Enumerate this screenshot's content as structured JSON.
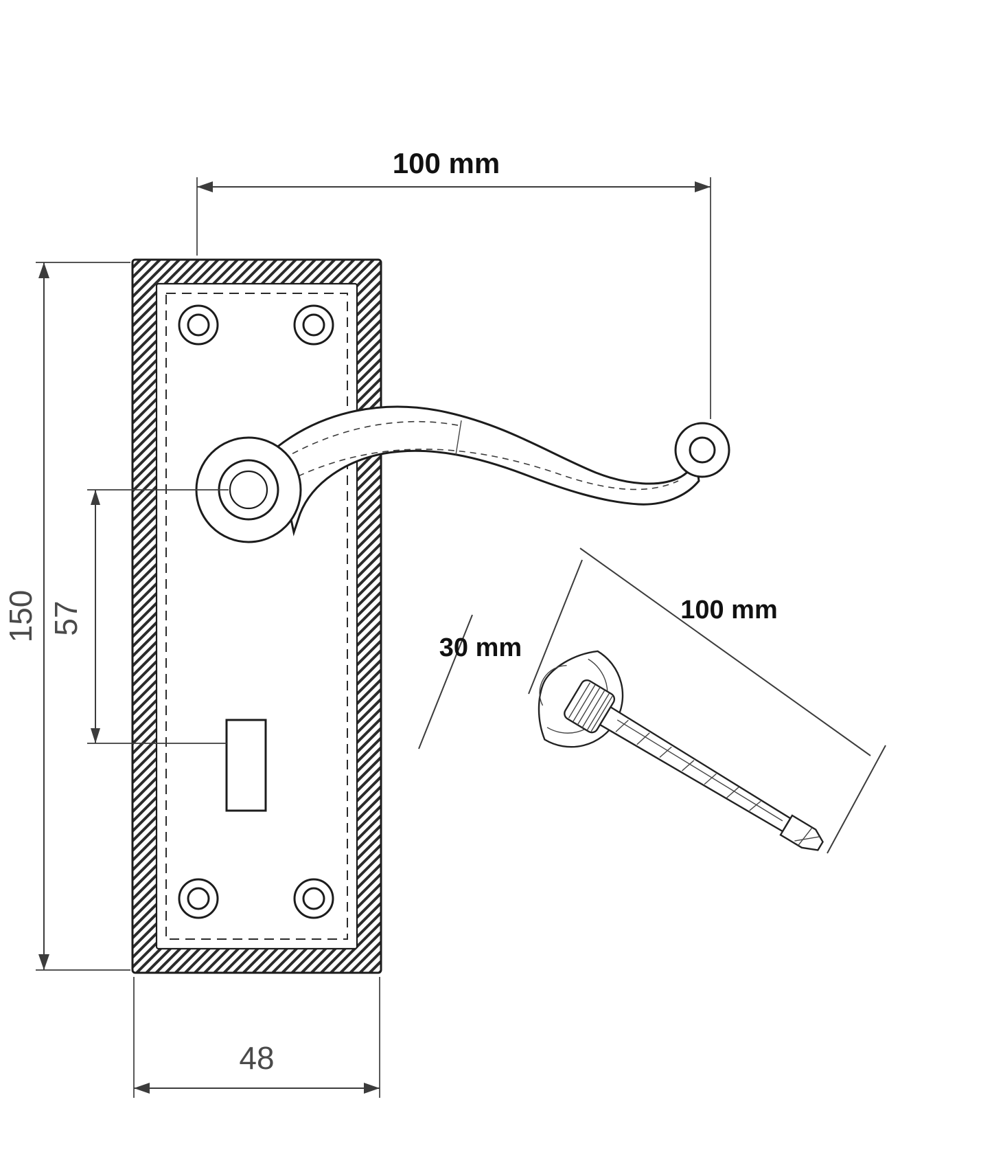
{
  "labels": {
    "top_width": "100 mm",
    "plate_height": "150",
    "boss_to_keyhole": "57",
    "plate_bottom_width": "48",
    "knob_length": "30 mm",
    "spindle_length": "100 mm"
  }
}
